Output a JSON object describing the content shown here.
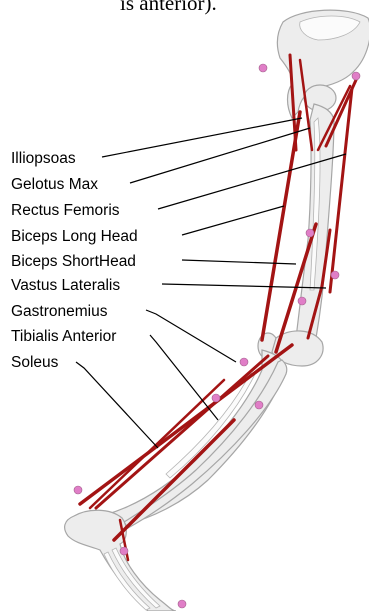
{
  "caption": "is anterior).",
  "colors": {
    "muscle": "#a31414",
    "bone": "#ededed",
    "marker": "#e07ec7",
    "label_text": "#000000"
  },
  "labels": [
    {
      "id": "illiopsoas",
      "text": "Illiopsoas"
    },
    {
      "id": "gelotus-max",
      "text": "Gelotus Max"
    },
    {
      "id": "rectus-femoris",
      "text": "Rectus Femoris"
    },
    {
      "id": "biceps-long-head",
      "text": "Biceps Long Head"
    },
    {
      "id": "biceps-short-head",
      "text": "Biceps ShortHead"
    },
    {
      "id": "vastus-lateralis",
      "text": "Vastus Lateralis"
    },
    {
      "id": "gastronemius",
      "text": "Gastronemius"
    },
    {
      "id": "tibialis-anterior",
      "text": "Tibialis Anterior"
    },
    {
      "id": "soleus",
      "text": "Soleus"
    }
  ]
}
